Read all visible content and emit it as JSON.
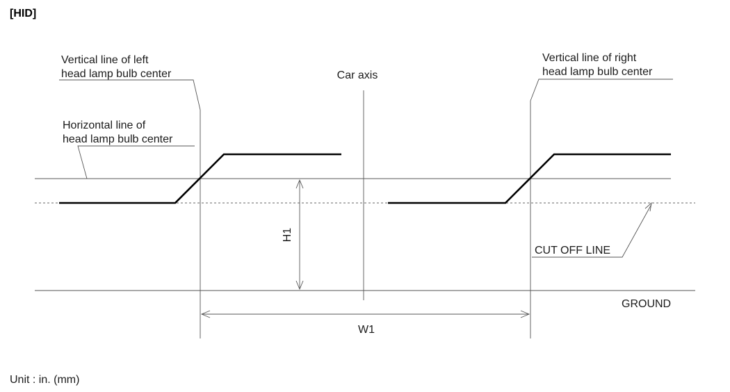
{
  "title": "[HID]",
  "labels": {
    "left_vertical_line_1": "Vertical line of left",
    "left_vertical_line_2": "head lamp bulb center",
    "right_vertical_line_1": "Vertical line of right",
    "right_vertical_line_2": "head lamp bulb center",
    "horizontal_line_1": "Horizontal line of",
    "horizontal_line_2": "head lamp bulb center",
    "car_axis": "Car axis",
    "h1": "H1",
    "w1": "W1",
    "cut_off_line": "CUT OFF LINE",
    "ground": "GROUND"
  },
  "unit": "Unit : in. (mm)"
}
